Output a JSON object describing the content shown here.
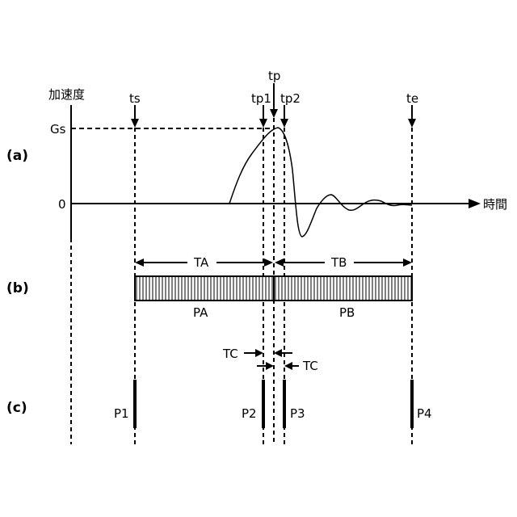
{
  "axis": {
    "y_label": "加速度",
    "x_label": "時間",
    "zero_label": "0",
    "gs_label": "Gs"
  },
  "times": {
    "ts": "ts",
    "tp": "tp",
    "tp1": "tp1",
    "tp2": "tp2",
    "te": "te"
  },
  "rows": {
    "a": "(a)",
    "b": "(b)",
    "c": "(c)"
  },
  "intervals": {
    "ta": "TA",
    "tb": "TB",
    "tc_upper": "TC",
    "tc_lower": "TC"
  },
  "bars": {
    "pa": "PA",
    "pb": "PB"
  },
  "pulses": {
    "p1": "P1",
    "p2": "P2",
    "p3": "P3",
    "p4": "P4"
  }
}
